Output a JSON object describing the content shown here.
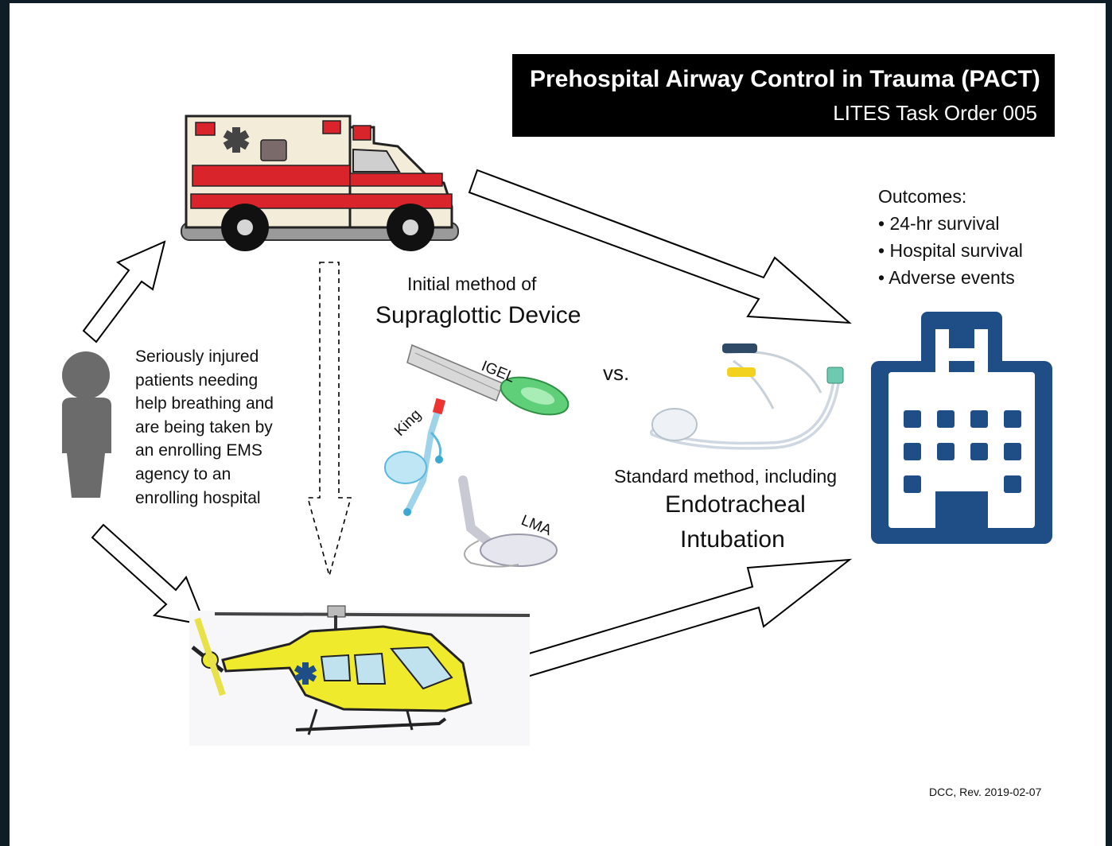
{
  "title": {
    "main": "Prehospital Airway Control in Trauma (PACT)",
    "sub": "LITES Task Order 005"
  },
  "patient": {
    "lines": [
      "Seriously injured",
      "patients needing",
      "help breathing and",
      "are being taken by",
      "an enrolling EMS",
      "agency to an",
      "enrolling hospital"
    ]
  },
  "initial_method": {
    "caption": "Initial method of",
    "name": "Supraglottic Device"
  },
  "devices": {
    "igel": "IGEL",
    "king": "King",
    "lma": "LMA"
  },
  "versus": "vs.",
  "standard_method": {
    "caption": "Standard method, including",
    "name_line1": "Endotracheal",
    "name_line2": "Intubation"
  },
  "outcomes": {
    "heading": "Outcomes:",
    "items": [
      "24-hr survival",
      "Hospital survival",
      "Adverse events"
    ]
  },
  "footer": "DCC, Rev. 2019-02-07",
  "colors": {
    "background": "#0f1e26",
    "hospital_blue": "#1f4e87",
    "ambulance_red": "#d9242b",
    "helicopter_yellow": "#f0ea2c",
    "person_gray": "#6b6b6b"
  },
  "icons": [
    "ambulance-icon",
    "helicopter-icon",
    "person-icon",
    "hospital-icon",
    "igel-device-icon",
    "king-device-icon",
    "lma-device-icon",
    "endotracheal-tube-icon"
  ]
}
